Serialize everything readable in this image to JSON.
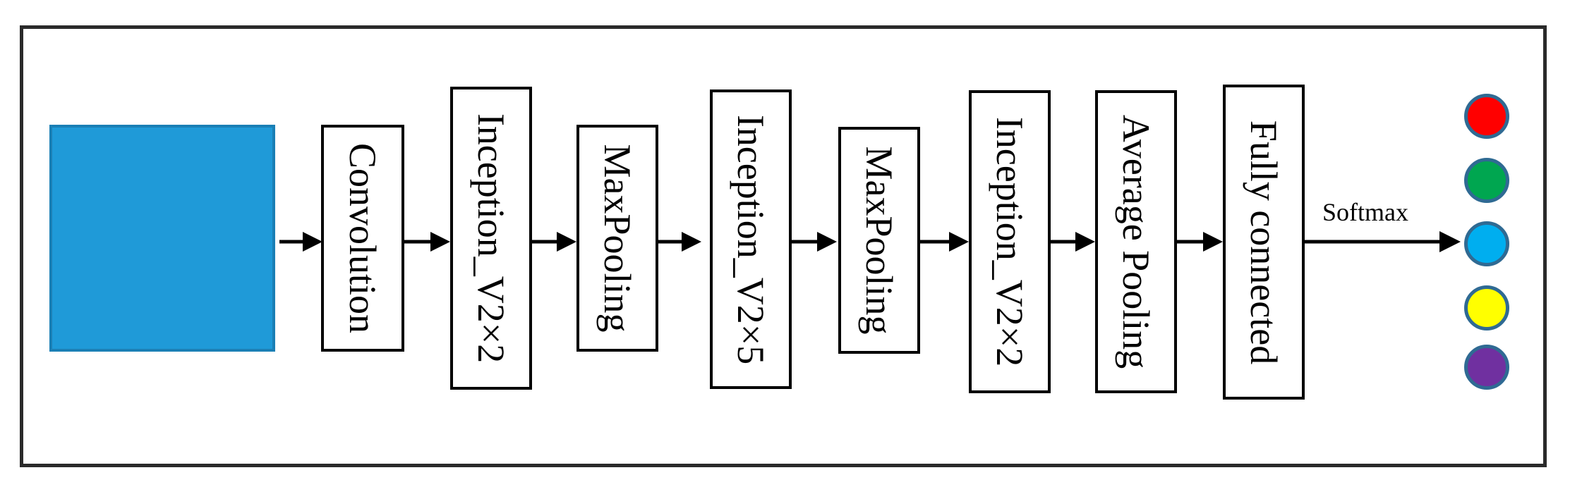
{
  "blocks": [
    {
      "id": "convolution",
      "label": "Convolution"
    },
    {
      "id": "inception-1",
      "label": "Inception_V2×2"
    },
    {
      "id": "maxpool-1",
      "label": "MaxPooling"
    },
    {
      "id": "inception-2",
      "label": "Inception_V2×5"
    },
    {
      "id": "maxpool-2",
      "label": "MaxPooling"
    },
    {
      "id": "inception-3",
      "label": "Inception_V2×2"
    },
    {
      "id": "avgpool",
      "label": "Average Pooling"
    },
    {
      "id": "fc",
      "label": "Fully connected"
    }
  ],
  "softmax_label": "Softmax",
  "input_color": "#1f9ad8",
  "output_colors": [
    "#ff0000",
    "#00a650",
    "#00aeef",
    "#ffff00",
    "#7030a0"
  ]
}
